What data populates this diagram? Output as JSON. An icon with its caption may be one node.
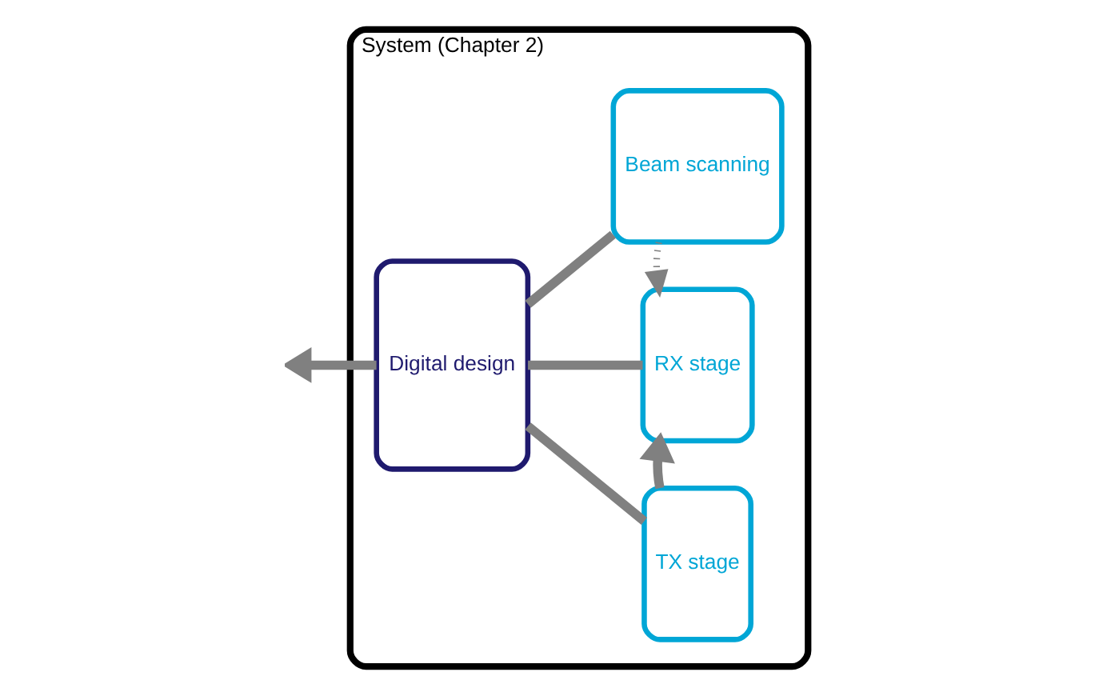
{
  "diagram": {
    "nodes": [
      {
        "text": [
          "System (Chapter 2)"
        ]
      },
      {
        "text": [
          "Digital design"
        ],
        "in": 0
      },
      {
        "text": [
          "TX stage"
        ],
        "in": 0
      },
      {
        "text": [
          "RX stage"
        ],
        "in": 0
      },
      {
        "text": [
          "Beam scanning"
        ],
        "in": 0
      }
    ],
    "edges": [
      {
        "from": 1,
        "to": null,
        "arrow": "to"
      },
      {
        "from": 1,
        "to": 2,
        "arrow": "none"
      },
      {
        "from": 1,
        "to": 3,
        "arrow": "none"
      },
      {
        "from": 1,
        "to": 4,
        "arrow": "none"
      },
      {
        "from": 2,
        "to": 3,
        "arrow": "to"
      },
      {
        "from": 4,
        "to": 3,
        "arrow": "to",
        "style": "dashed"
      }
    ]
  }
}
